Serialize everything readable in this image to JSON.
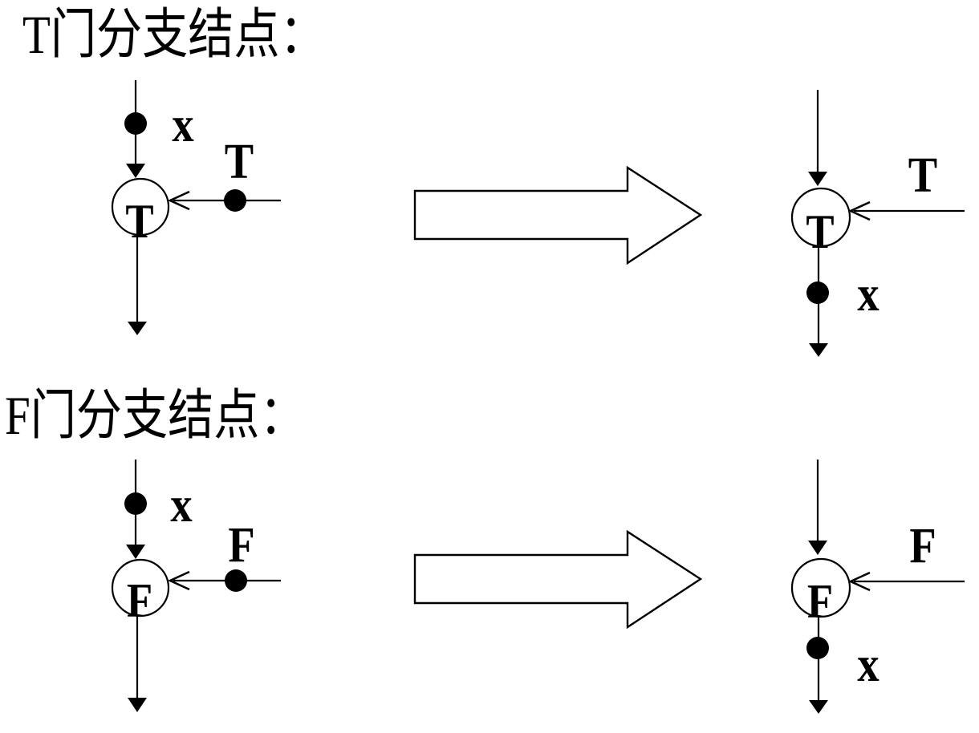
{
  "page": {
    "background": "#ffffff",
    "ink": "#000000"
  },
  "sections": [
    {
      "id": "t-gate",
      "title": "T门分支结点：",
      "before": {
        "incoming_label": "x",
        "node_label": "T",
        "branch_label": "T",
        "node_shape": "circle",
        "junction_icon": "filled-dot"
      },
      "transform_icon": "right-block-arrow",
      "after": {
        "node_label": "T",
        "branch_label": "T",
        "outgoing_label": "x"
      }
    },
    {
      "id": "f-gate",
      "title": "F门分支结点：",
      "before": {
        "incoming_label": "x",
        "node_label": "F",
        "branch_label": "F",
        "node_shape": "circle",
        "junction_icon": "filled-dot"
      },
      "transform_icon": "right-block-arrow",
      "after": {
        "node_label": "F",
        "branch_label": "F",
        "outgoing_label": "x"
      }
    }
  ]
}
